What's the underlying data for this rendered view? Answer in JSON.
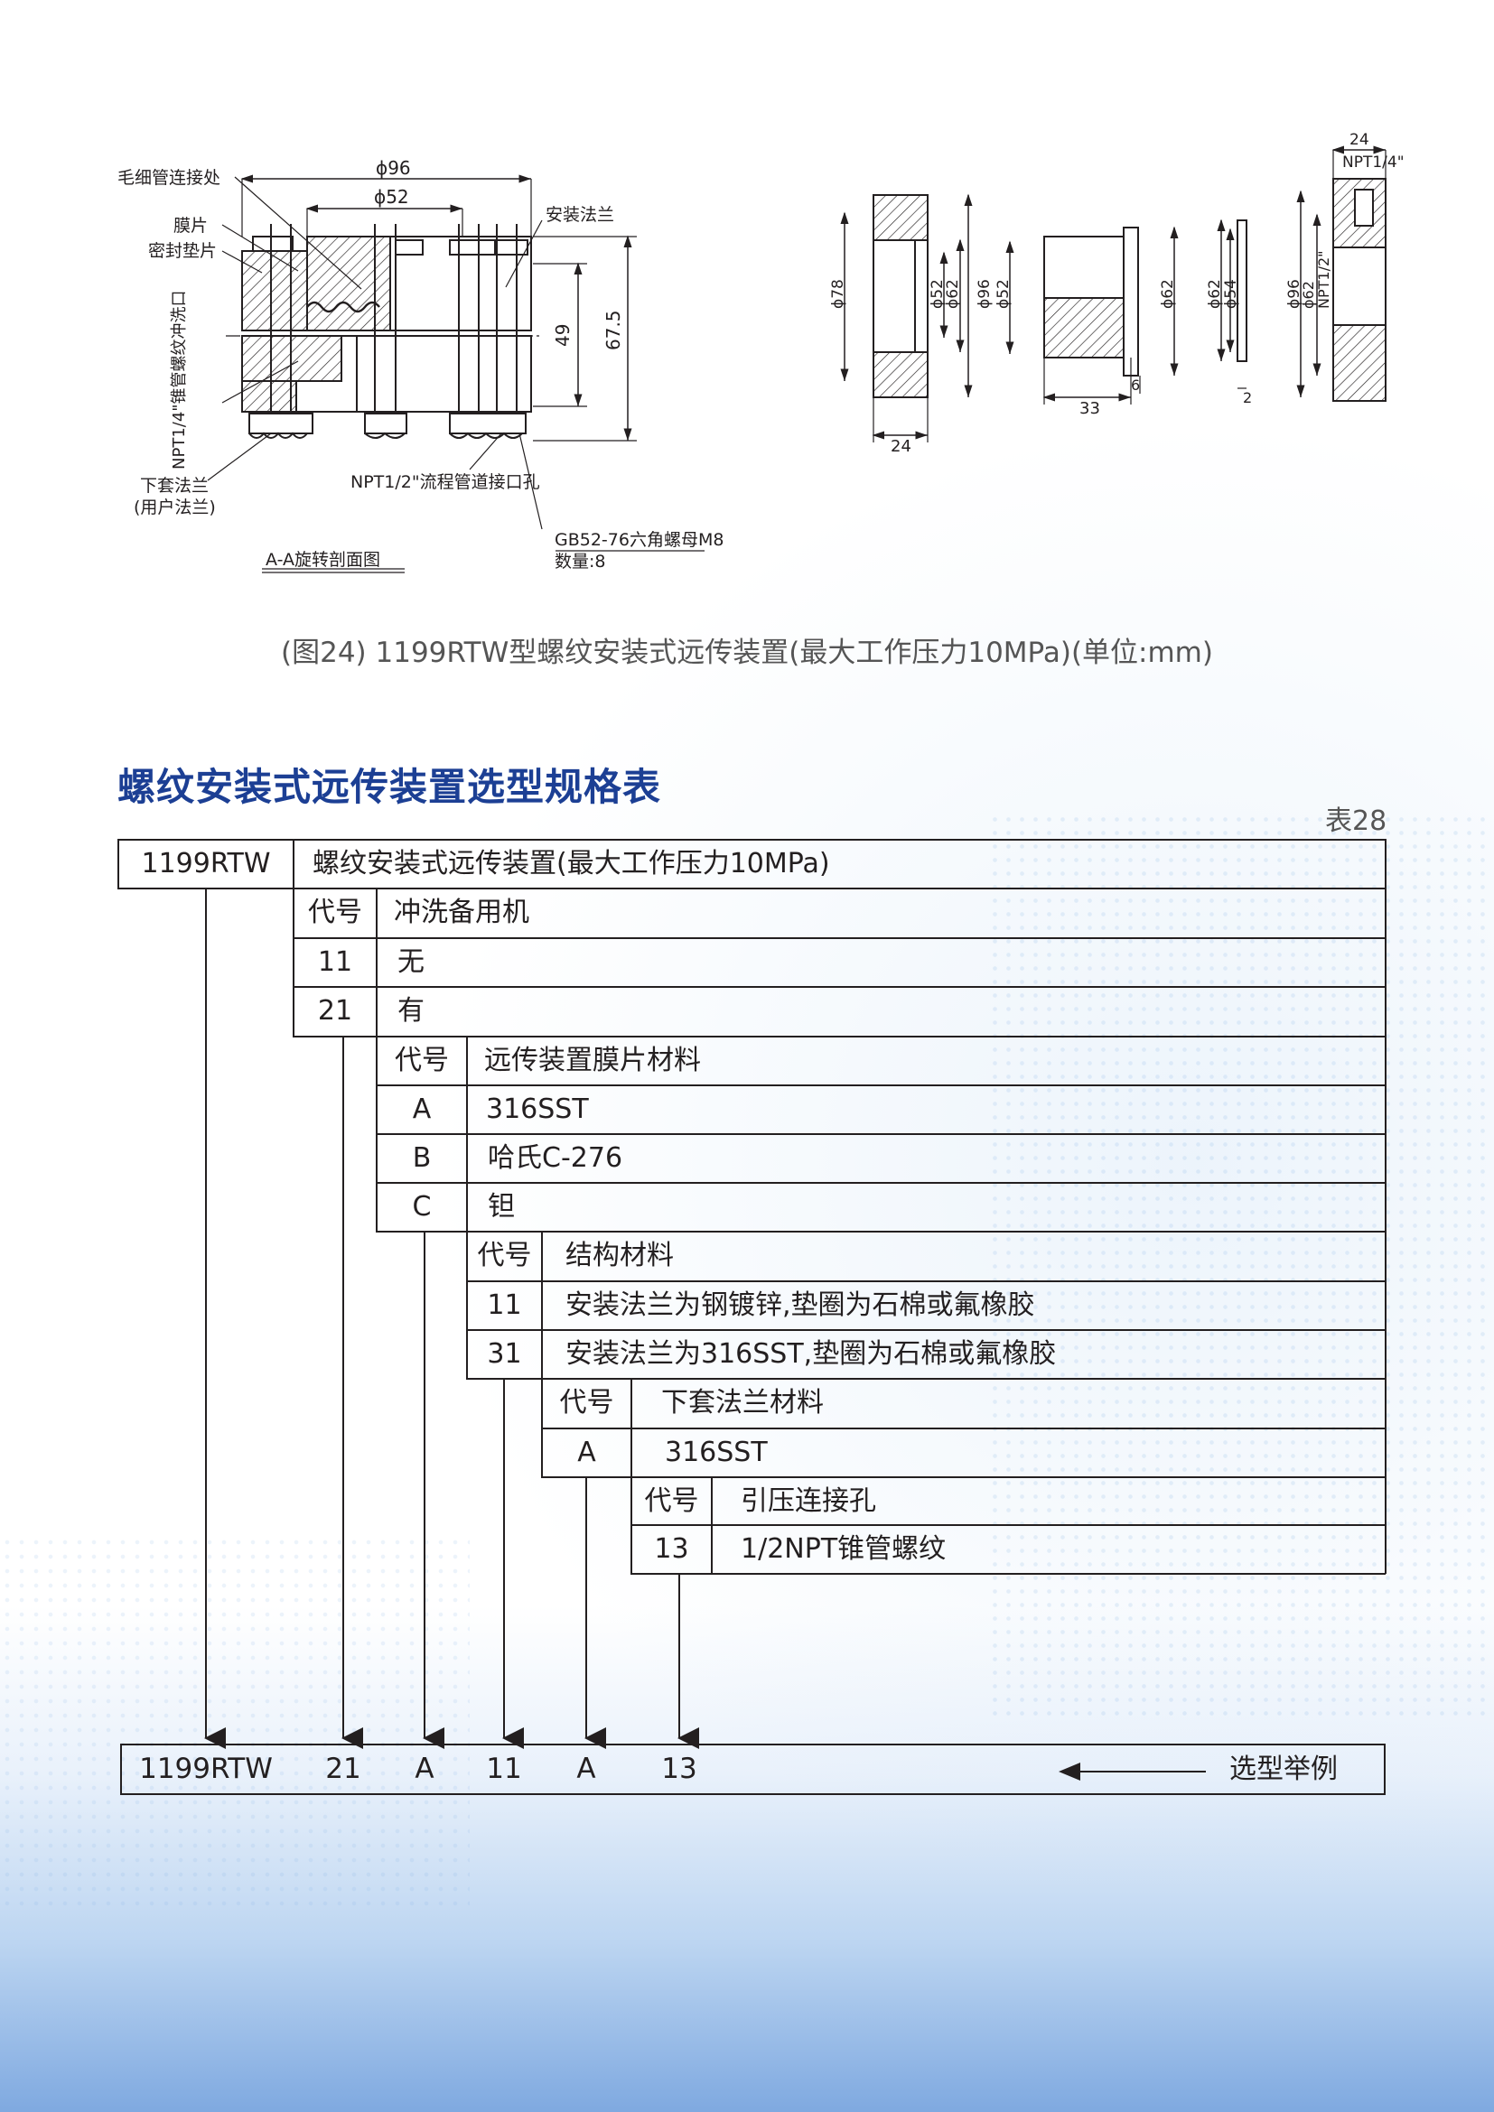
{
  "drawing": {
    "labels": {
      "capillary": "毛细管连接处",
      "diaphragm": "膜片",
      "gasket": "密封垫片",
      "flush_port": "NPT1/4\"锥管螺纹冲洗口",
      "lower_flange": "下套法兰",
      "user_flange": "(用户法兰)",
      "install_flange": "安装法兰",
      "process_port": "NPT1/2\"流程管道接口孔",
      "nut": "GB52-76六角螺母M8",
      "nut_qty": "数量:8",
      "section": "A-A旋转剖面图"
    },
    "dims": {
      "phi96": "ϕ96",
      "phi52": "ϕ52",
      "h49": "49",
      "h675": "67.5",
      "phi78": "ϕ78",
      "phi62": "ϕ62",
      "w24": "24",
      "w33": "33",
      "w6": "6",
      "phi54": "ϕ54",
      "w2": "2",
      "npt14": "NPT1/4\"",
      "npt12": "NPT1/2\""
    },
    "caption": "(图24) 1199RTW型螺纹安装式远传装置(最大工作压力10MPa)(单位:mm)"
  },
  "section_title": "螺纹安装式远传装置选型规格表",
  "table_no": "表28",
  "spec": {
    "model": "1199RTW",
    "model_desc": "螺纹安装式远传装置(最大工作压力10MPa)",
    "code_label": "代号",
    "flush": {
      "title": "冲洗备用机",
      "rows": [
        {
          "code": "11",
          "desc": "无"
        },
        {
          "code": "21",
          "desc": "有"
        }
      ]
    },
    "diaphragm": {
      "title": "远传装置膜片材料",
      "rows": [
        {
          "code": "A",
          "desc": "316SST"
        },
        {
          "code": "B",
          "desc": "哈氏C-276"
        },
        {
          "code": "C",
          "desc": "钽"
        }
      ]
    },
    "structure": {
      "title": "结构材料",
      "rows": [
        {
          "code": "11",
          "desc": "安装法兰为钢镀锌,垫圈为石棉或氟橡胶"
        },
        {
          "code": "31",
          "desc": "安装法兰为316SST,垫圈为石棉或氟橡胶"
        }
      ]
    },
    "lower_flange": {
      "title": "下套法兰材料",
      "rows": [
        {
          "code": "A",
          "desc": "316SST"
        }
      ]
    },
    "port": {
      "title": "引压连接孔",
      "rows": [
        {
          "code": "13",
          "desc": "1/2NPT锥管螺纹"
        }
      ]
    }
  },
  "example": {
    "values": [
      "1199RTW",
      "21",
      "A",
      "11",
      "A",
      "13"
    ],
    "label": "选型举例"
  }
}
